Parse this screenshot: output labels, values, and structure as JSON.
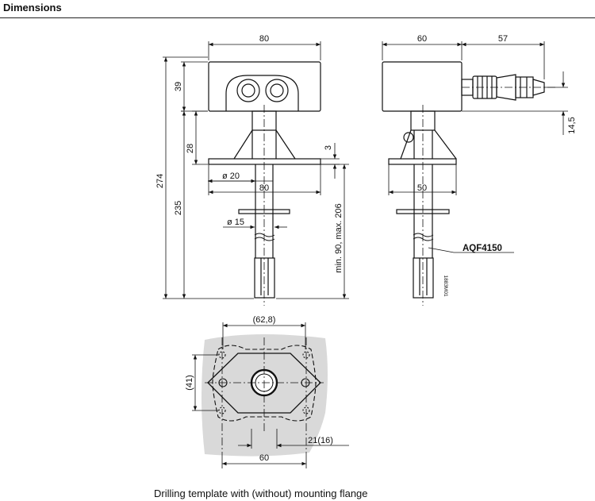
{
  "header": {
    "title": "Dimensions"
  },
  "front_view": {
    "dim_width": "80",
    "dim_housing_height": "39",
    "dim_total_length": "274",
    "dim_neck": "28",
    "dim_flange_thickness": "3",
    "dim_tube_diameter": "ø 20",
    "dim_flange_width": "80",
    "dim_length_235": "235",
    "dim_sensor_diameter": "ø 15",
    "dim_immersion_range": "min. 90, max. 206"
  },
  "side_view": {
    "dim_depth": "60",
    "dim_gland_length": "57",
    "dim_gland_offset": "14,5",
    "dim_flange_depth": "50",
    "accessory_label": "AQF4150",
    "drawing_code": "1883M01"
  },
  "template_view": {
    "dim_hole_spacing_top": "(62,8)",
    "dim_hole_spacing_side": "(41)",
    "dim_hole_spacing_bottom": "60",
    "dim_hole_diameter": "21(16)"
  },
  "caption": "Drilling template with (without) mounting flange",
  "colors": {
    "line": "#111111",
    "template_fill": "#d9d9d9",
    "background": "#ffffff"
  }
}
